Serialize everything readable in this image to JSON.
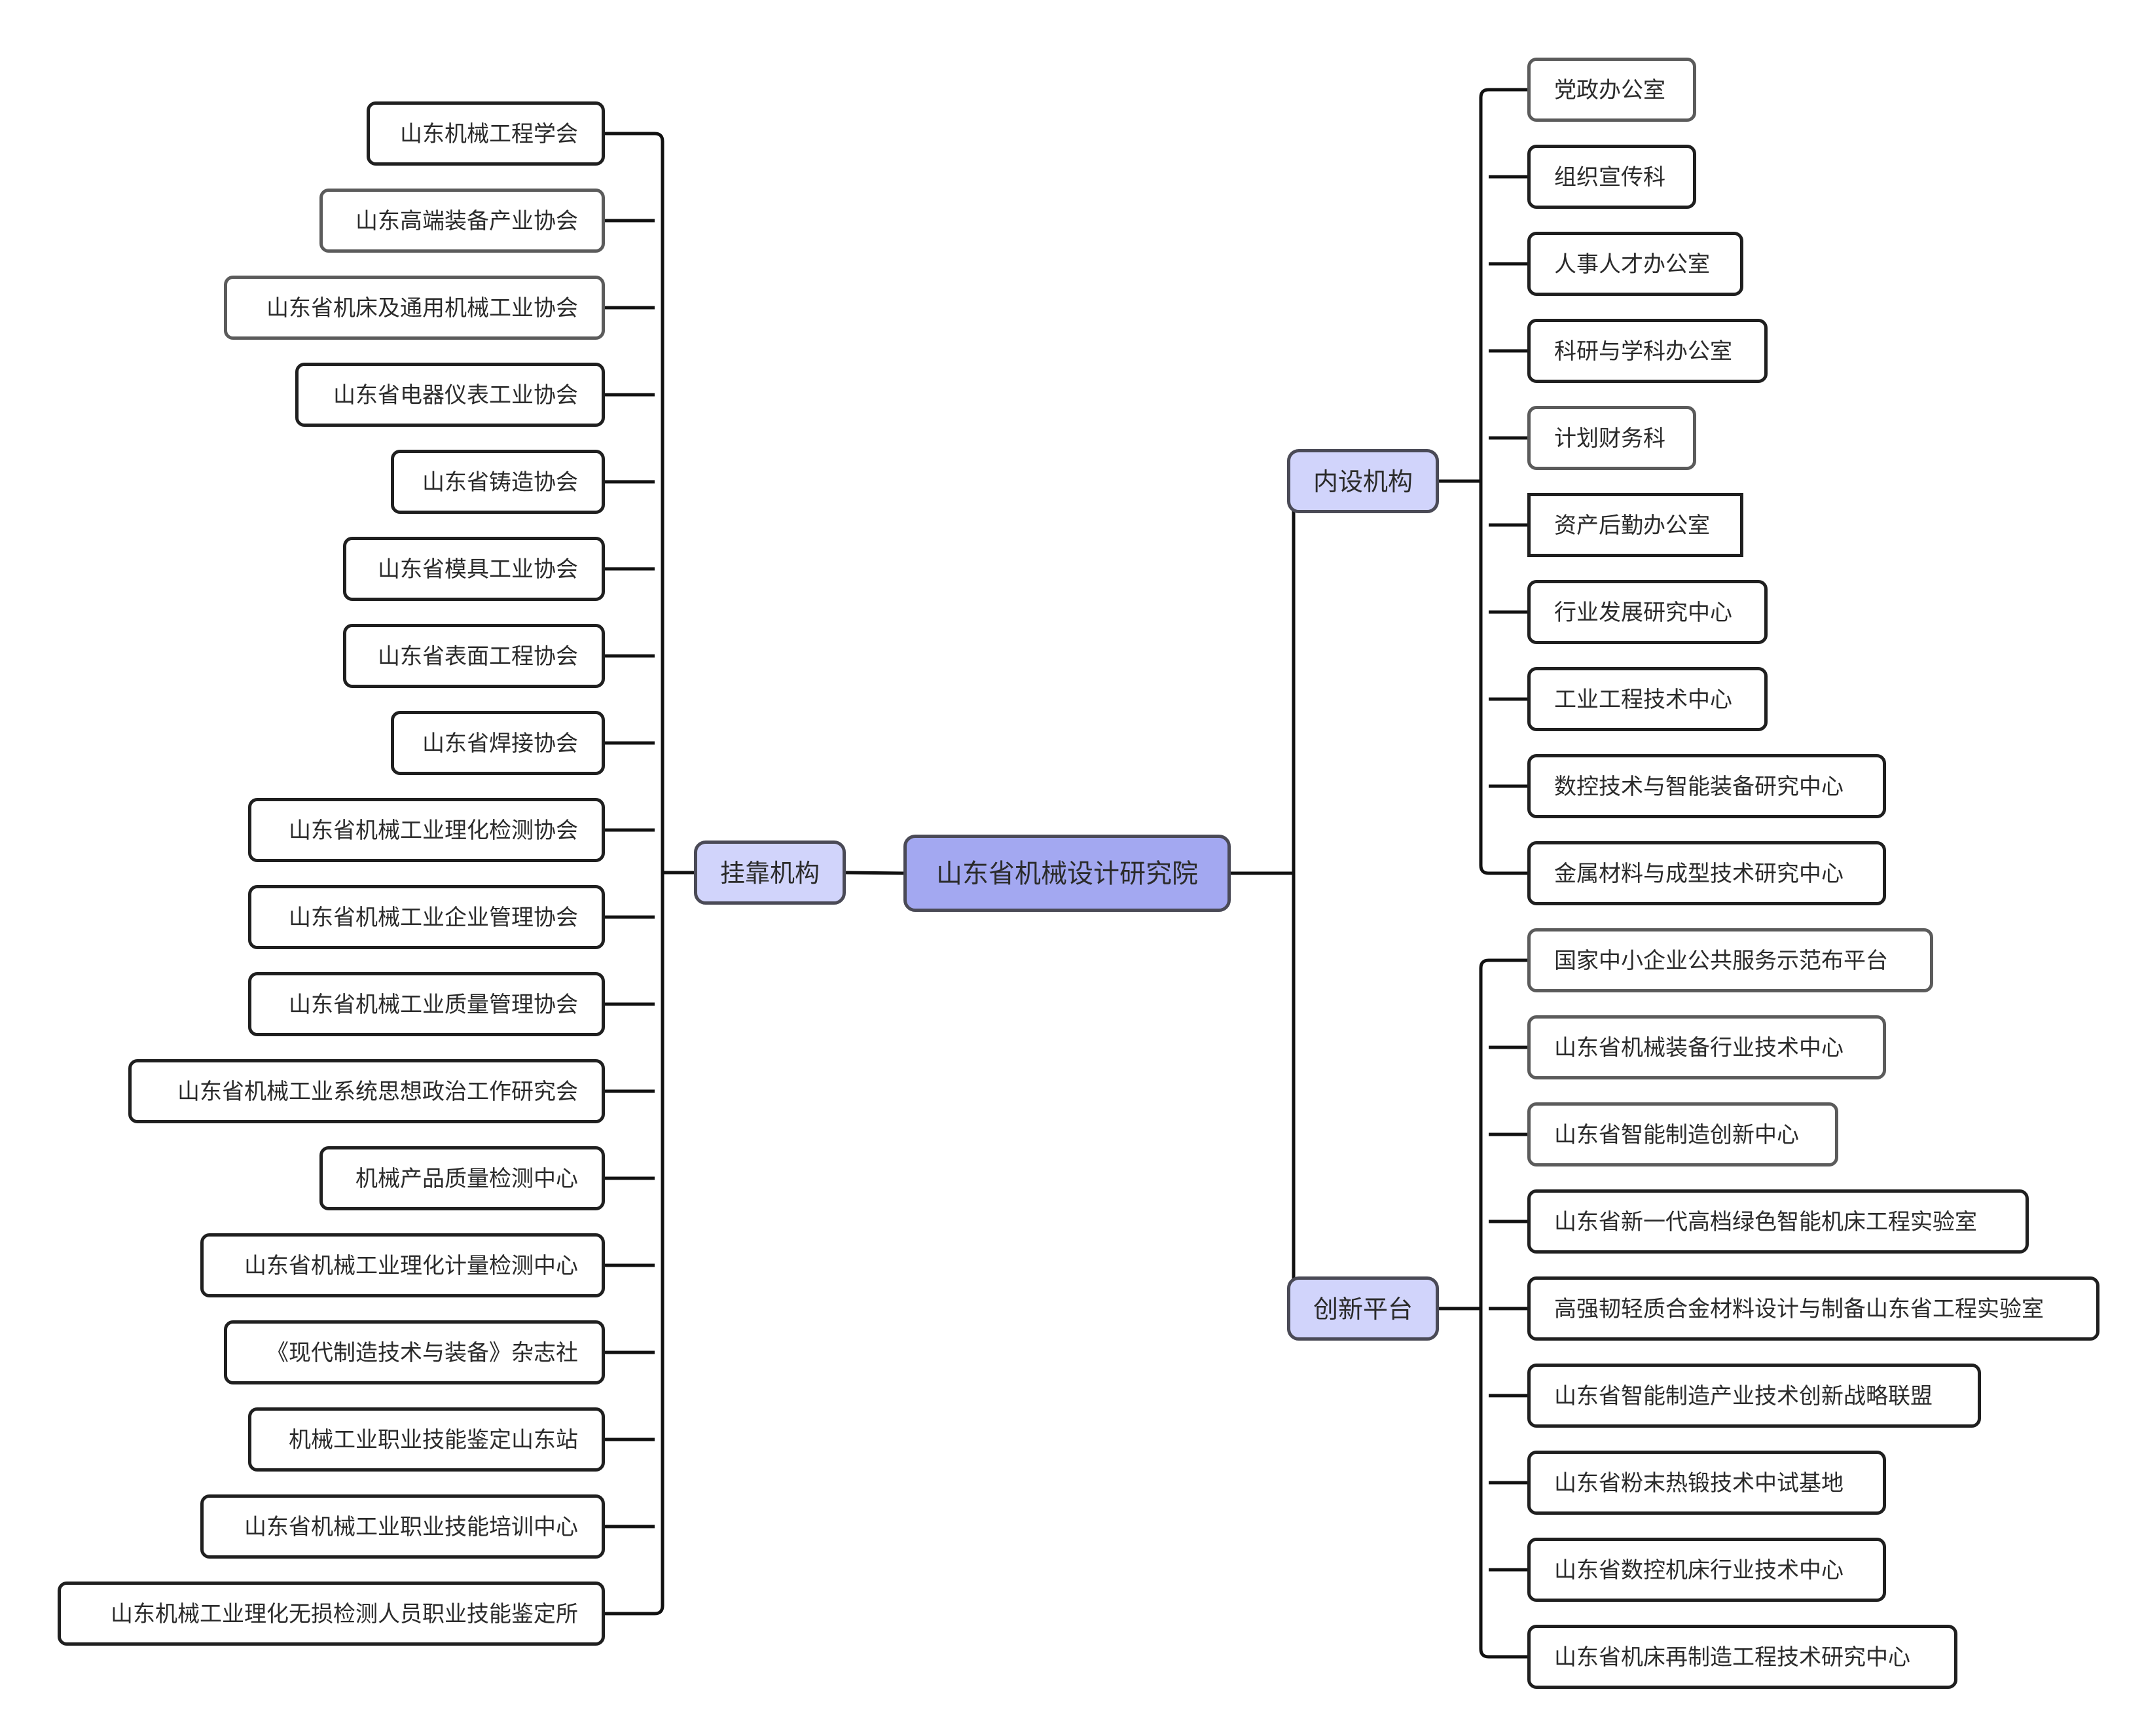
{
  "root": {
    "label": "山东省机械设计研究院"
  },
  "branches": {
    "affiliated": {
      "label": "挂靠机构",
      "items": [
        "山东机械工程学会",
        "山东高端装备产业协会",
        "山东省机床及通用机械工业协会",
        "山东省电器仪表工业协会",
        "山东省铸造协会",
        "山东省模具工业协会",
        "山东省表面工程协会",
        "山东省焊接协会",
        "山东省机械工业理化检测协会",
        "山东省机械工业企业管理协会",
        "山东省机械工业质量管理协会",
        "山东省机械工业系统思想政治工作研究会",
        "机械产品质量检测中心",
        "山东省机械工业理化计量检测中心",
        "《现代制造技术与装备》杂志社",
        "机械工业职业技能鉴定山东站",
        "山东省机械工业职业技能培训中心",
        "山东机械工业理化无损检测人员职业技能鉴定所"
      ]
    },
    "internal": {
      "label": "内设机构",
      "items": [
        "党政办公室",
        "组织宣传科",
        "人事人才办公室",
        "科研与学科办公室",
        "计划财务科",
        "资产后勤办公室",
        "行业发展研究中心",
        "工业工程技术中心",
        "数控技术与智能装备研究中心",
        "金属材料与成型技术研究中心"
      ]
    },
    "innovation": {
      "label": "创新平台",
      "items": [
        "国家中小企业公共服务示范布平台",
        "山东省机械装备行业技术中心",
        "山东省智能制造创新中心",
        "山东省新一代高档绿色智能机床工程实验室",
        "高强韧轻质合金材料设计与制备山东省工程实验室",
        "山东省智能制造产业技术创新战略联盟",
        "山东省粉末热锻技术中试基地",
        "山东省数控机床行业技术中心",
        "山东省机床再制造工程技术研究中心"
      ]
    }
  }
}
